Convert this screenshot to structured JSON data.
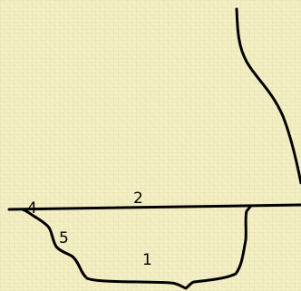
{
  "labels": {
    "region_1": "1",
    "region_2": "2",
    "region_4": "4",
    "region_5": "5"
  },
  "colors": {
    "background": "#f3efc2",
    "line": "#000000"
  }
}
